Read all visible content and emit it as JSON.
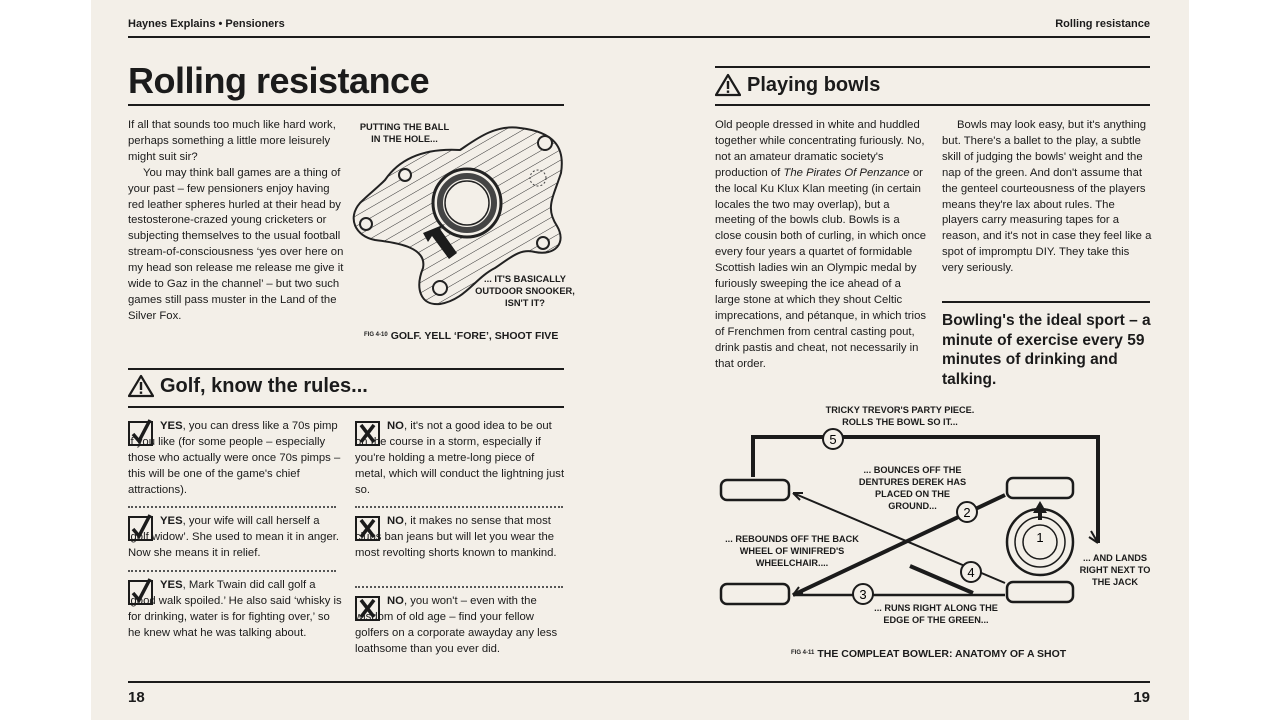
{
  "header": {
    "left": "Haynes Explains • Pensioners",
    "right": "Rolling resistance"
  },
  "left_page": {
    "title": "Rolling resistance",
    "intro": [
      "If all that sounds too much like hard work, perhaps something a little more leisurely might suit sir?",
      "You may think ball games are a thing of your past – few pensioners enjoy having red leather spheres hurled at their head by testosterone-crazed young cricketers or subjecting themselves to the usual football stream-of-consciousness ‘yes over here on my head son release me release me give it wide to Gaz in the channel’ – but two such games still pass muster in the Land of the Silver Fox."
    ],
    "fig_top_caption": "PUTTING THE BALL IN THE HOLE...",
    "fig_bottom_caption": "... IT'S BASICALLY OUTDOOR SNOOKER, ISN'T IT?",
    "fig_number": "FIG 4-10",
    "fig_title": "GOLF. YELL ‘FORE’, SHOOT FIVE",
    "section_title": "Golf, know the rules...",
    "rules_left": [
      {
        "lead": "YES",
        "text": ", you can dress like a 70s pimp if you like (for some people – especially those who actually were once 70s pimps – this will be one of the game's chief attractions)."
      },
      {
        "lead": "YES",
        "text": ", your wife will call herself a ‘golf widow’. She used to mean it in anger. Now she means it in relief."
      },
      {
        "lead": "YES",
        "text": ", Mark Twain did call golf a ‘good walk spoiled.’ He also said ‘whisky is for drinking, water is for fighting over,’ so he knew what he was talking about."
      }
    ],
    "rules_right": [
      {
        "lead": "NO",
        "text": ", it's not a good idea to be out on the course in a storm, especially if you're holding a metre-long piece of metal, which will conduct the lightning just so."
      },
      {
        "lead": "NO",
        "text": ", it makes no sense that most clubs ban jeans but will let you wear the most revolting shorts known to mankind."
      },
      {
        "lead": "NO",
        "text": ", you won't – even with the wisdom of old age – find your fellow golfers on a corporate awayday any less loathsome than you ever did."
      }
    ],
    "page_number": "18"
  },
  "right_page": {
    "section_title": "Playing bowls",
    "col1_pre": "Old people dressed in white and huddled together while concentrating furiously. No, not an amateur dramatic society's production of ",
    "col1_italic1": "The Pirates Of Penzance",
    "col1_post": " or the local Ku Klux Klan meeting (in certain locales the two may overlap), but a meeting of the bowls club. Bowls is a close cousin both of curling, in which once every four years a quartet of formidable Scottish ladies win an Olympic medal by furiously sweeping the ice ahead of a large stone at which they shout Celtic imprecations, and pétanque, in which trios of Frenchmen from central casting pout, drink pastis and cheat, not necessarily in that order.",
    "col2": "Bowls may look easy, but it's anything but. There's a ballet to the play, a subtle skill of judging the bowls' weight and the nap of the green. And don't assume that the genteel courteousness of the players means they're lax about rules. The players carry measuring tapes for a reason, and it's not in case they feel like a spot of impromptu DIY. They take this very seriously.",
    "pull_quote": "Bowling's the ideal sport – a minute of exercise every 59 minutes of drinking and talking.",
    "diagram": {
      "label_top": "TRICKY TREVOR'S PARTY PIECE. ROLLS THE BOWL SO IT...",
      "label_bounce": "... BOUNCES OFF THE DENTURES DEREK HAS PLACED ON THE GROUND...",
      "label_rebound": "... REBOUNDS OFF THE BACK WHEEL OF WINIFRED'S WHEELCHAIR....",
      "label_edge": "... RUNS RIGHT ALONG THE EDGE OF THE GREEN...",
      "label_jack": "... AND LANDS RIGHT NEXT TO THE JACK",
      "n1": "1",
      "n2": "2",
      "n3": "3",
      "n4": "4",
      "n5": "5"
    },
    "fig_number": "FIG 4-11",
    "fig_title": "THE COMPLEAT BOWLER: ANATOMY OF A SHOT",
    "page_number": "19"
  }
}
